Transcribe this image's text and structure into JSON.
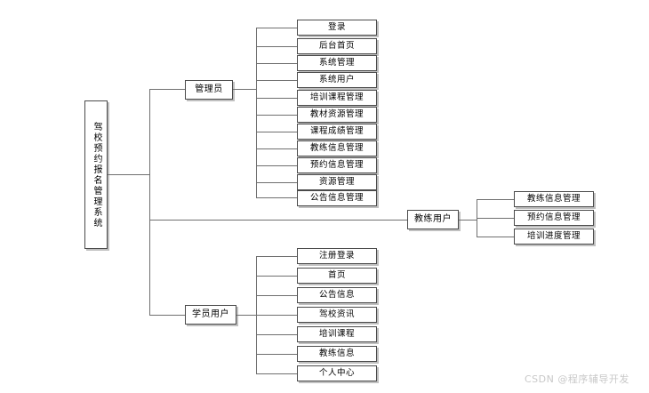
{
  "diagram": {
    "root": {
      "label": "驾校预约报名管理系统"
    },
    "branches": [
      {
        "key": "admin",
        "label": "管理员",
        "children": [
          {
            "label": "登录"
          },
          {
            "label": "后台首页"
          },
          {
            "label": "系统管理"
          },
          {
            "label": "系统用户"
          },
          {
            "label": "培训课程管理"
          },
          {
            "label": "教材资源管理"
          },
          {
            "label": "课程成绩管理"
          },
          {
            "label": "教练信息管理"
          },
          {
            "label": "预约信息管理"
          },
          {
            "label": "资源管理"
          },
          {
            "label": "公告信息管理"
          }
        ]
      },
      {
        "key": "coach",
        "label": "教练用户",
        "children": [
          {
            "label": "教练信息管理"
          },
          {
            "label": "预约信息管理"
          },
          {
            "label": "培训进度管理"
          }
        ]
      },
      {
        "key": "student",
        "label": "学员用户",
        "children": [
          {
            "label": "注册登录"
          },
          {
            "label": "首页"
          },
          {
            "label": "公告信息"
          },
          {
            "label": "驾校资讯"
          },
          {
            "label": "培训课程"
          },
          {
            "label": "教练信息"
          },
          {
            "label": "个人中心"
          }
        ]
      }
    ]
  },
  "watermark": {
    "text": "CSDN @程序辅导开发"
  },
  "colors": {
    "line": "#6f6f6f",
    "border": "#4a4a4a",
    "text": "#000000",
    "watermark": "#c9c9c9",
    "background": "#ffffff"
  }
}
